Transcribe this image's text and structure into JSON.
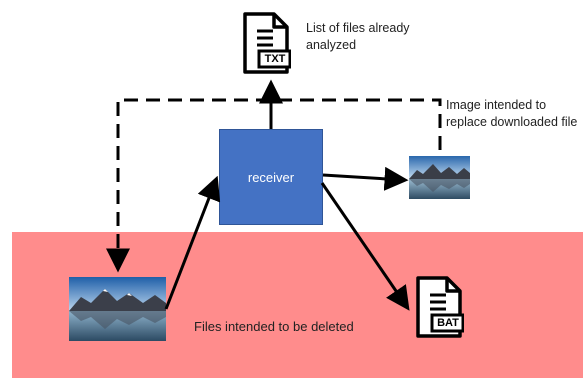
{
  "zone": {
    "label": "Files intended to be deleted",
    "color": "#ff8c8c"
  },
  "receiver": {
    "label": "receiver",
    "color": "#4472c4"
  },
  "txt_file": {
    "badge": "TXT",
    "label": "List of files already analyzed"
  },
  "bat_file": {
    "badge": "BAT"
  },
  "replacement_image": {
    "label": "Image intended to replace downloaded file"
  },
  "icons": {
    "txt": "document-txt-icon",
    "bat": "document-bat-icon",
    "photo": "landscape-photo"
  }
}
